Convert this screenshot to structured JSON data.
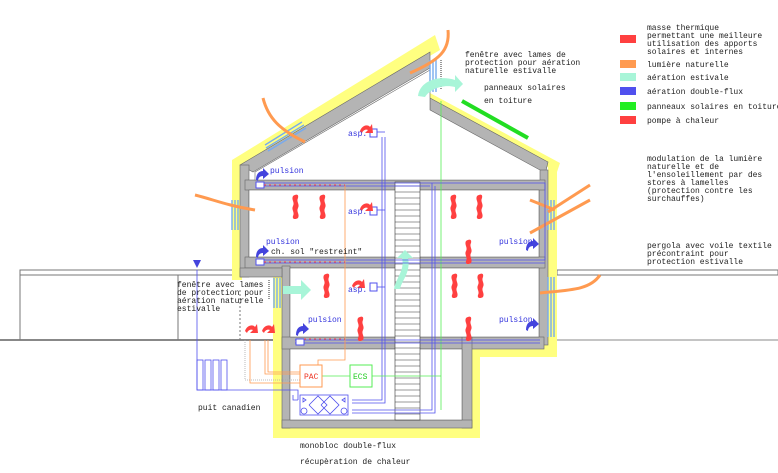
{
  "colors": {
    "insulation": "#ffff80",
    "wall": "#b4b4b4",
    "thermal_mass": "#ff4040",
    "light": "#ff9a50",
    "summer_air": "#a8f5d8",
    "double_flux": "#5050ee",
    "solar": "#22ee22",
    "heat_pump": "#ff4040"
  },
  "legend": [
    {
      "label_lines": [
        "masse thermique",
        "permettant une meilleure",
        "utilisation des apports",
        "solaires et internes"
      ],
      "color": "#ff4040"
    },
    {
      "label_lines": [
        "lumière naturelle"
      ],
      "color": "#ff9a50"
    },
    {
      "label_lines": [
        "aération estivale"
      ],
      "color": "#a8f5d8"
    },
    {
      "label_lines": [
        "aération double-flux"
      ],
      "color": "#5050ee"
    },
    {
      "label_lines": [
        "panneaux solaires en toiture"
      ],
      "color": "#22ee22"
    },
    {
      "label_lines": [
        "pompe à chaleur"
      ],
      "color": "#ff4040"
    }
  ],
  "annotations": {
    "modulation": [
      "modulation de la lumière",
      "naturelle et de",
      "l'ensoleillement par des",
      "stores à lamelles",
      "(protection contre les",
      "surchauffes)"
    ],
    "pergola": [
      "pergola avec voile textile",
      "précontraint pour",
      "protection estivalle"
    ],
    "window_top": [
      "fenêtre avec lames de",
      "protection pour aération",
      "naturelle estivalle"
    ],
    "solar_panels": [
      "panneaux solaires",
      "en toiture"
    ],
    "window_left": [
      "fenêtre avec lames",
      "de protection pour",
      "aération naturelle",
      "estivalle"
    ],
    "canadian_well": "puit canadien",
    "monobloc": "monobloc double-flux",
    "heat_recovery": "récupèration de chaleur",
    "floor_heating": "ch. sol \"restreint\"",
    "asp": "asp.",
    "pulsion": "pulsion",
    "pac": "PAC",
    "ecs": "ECS"
  }
}
